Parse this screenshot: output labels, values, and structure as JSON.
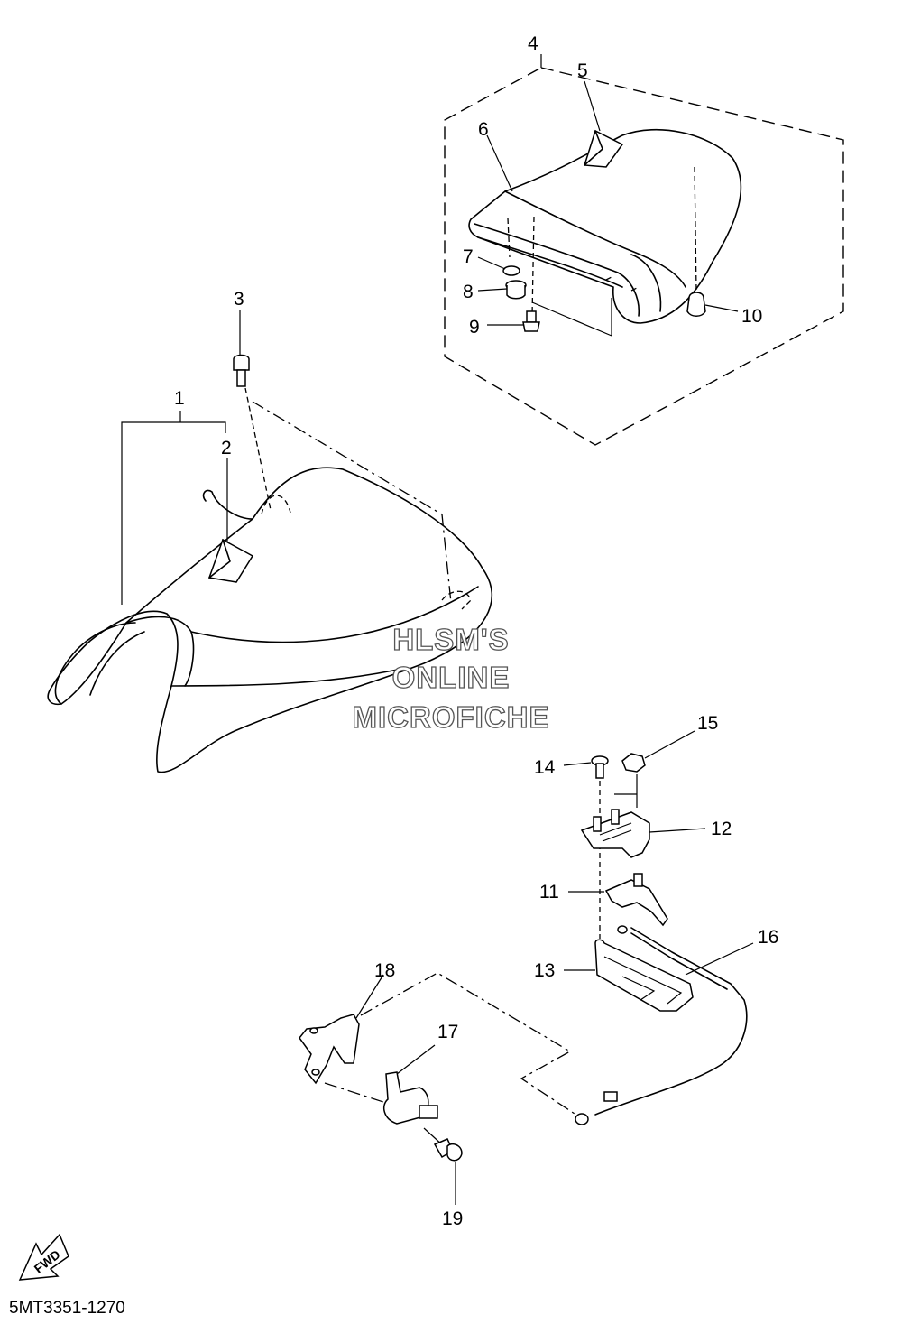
{
  "diagram_code": "5MT3351-1270",
  "watermark": {
    "line1": "HLSM'S",
    "line2": "ONLINE",
    "line3": "MICROFICHE"
  },
  "fwd_label": "FWD",
  "callouts": [
    "1",
    "2",
    "3",
    "4",
    "5",
    "6",
    "7",
    "8",
    "9",
    "10",
    "11",
    "12",
    "13",
    "14",
    "15",
    "16",
    "17",
    "18",
    "19"
  ]
}
